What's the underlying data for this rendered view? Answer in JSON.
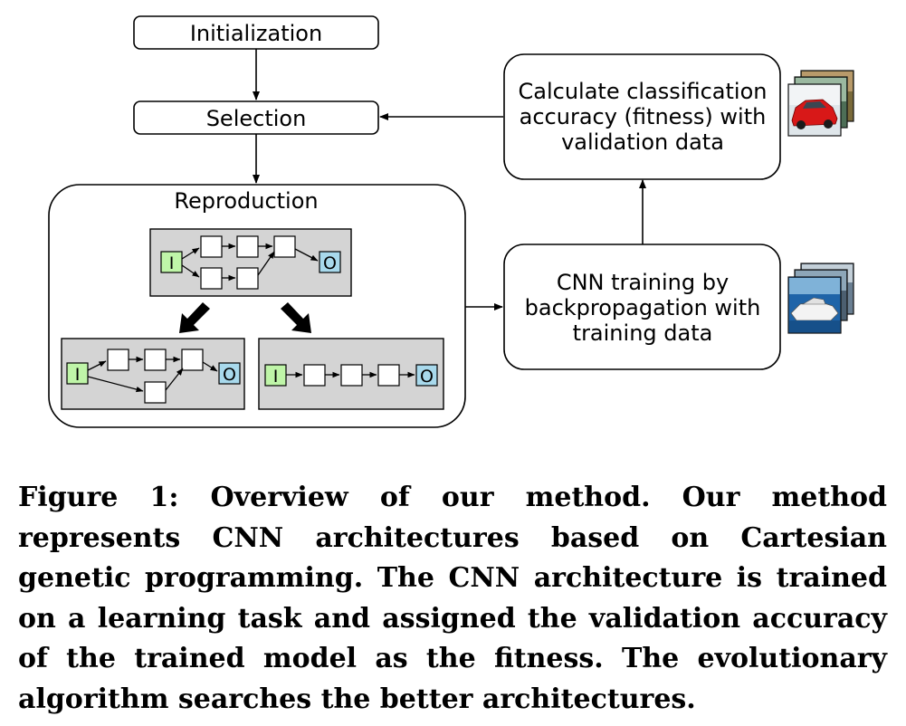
{
  "flow": {
    "initialization": "Initialization",
    "selection": "Selection",
    "reproduction": "Reproduction",
    "fitness_lines": [
      "Calculate classification",
      "accuracy (fitness) with",
      "validation data"
    ],
    "training_lines": [
      "CNN training by",
      "backpropagation with",
      "training data"
    ]
  },
  "graph": {
    "input_label": "I",
    "output_label": "O"
  },
  "colors": {
    "input_node": "#bff5a8",
    "output_node": "#a8d9ec",
    "panel": "#d4d4d4"
  },
  "caption": "Figure 1: Overview of our method. Our method represents CNN architectures based on Cartesian genetic programming. The CNN architecture is trained on a learning task and assigned the validation accuracy of the trained model as the fitness. The evolutionary algorithm searches the better architectures."
}
